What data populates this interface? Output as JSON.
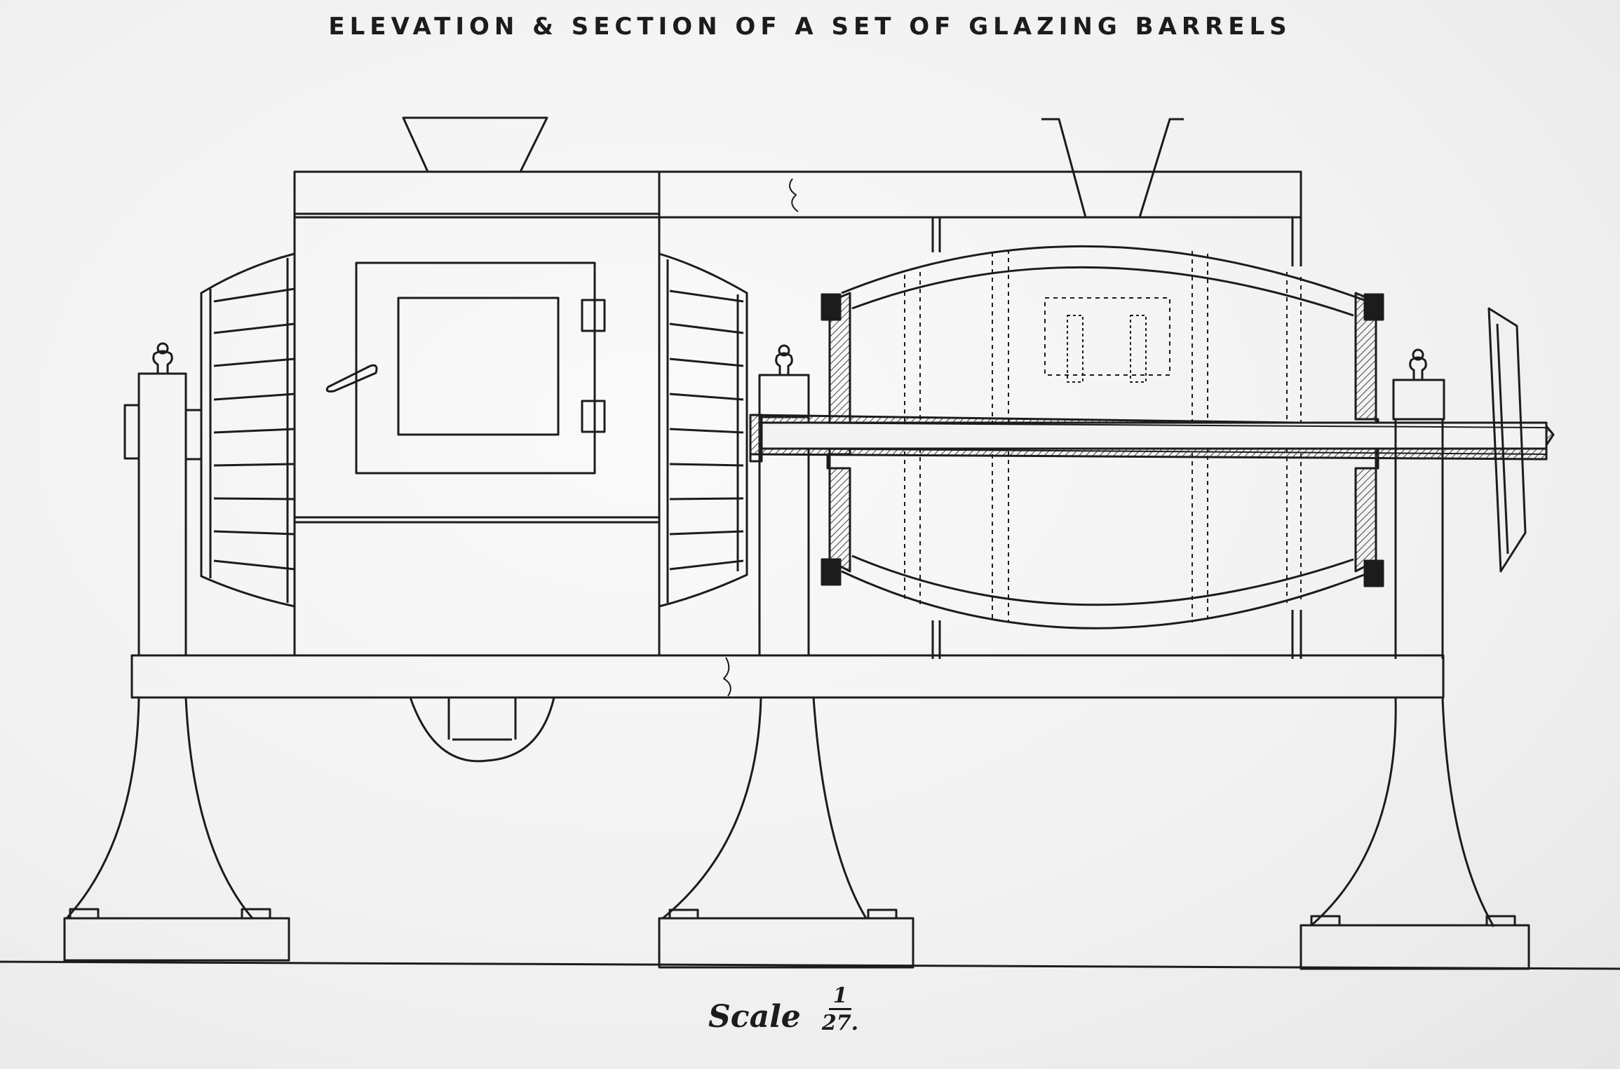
{
  "title": "ELEVATION & SECTION OF A SET OF GLAZING BARRELS",
  "scale": {
    "label": "Scale",
    "numerator": "1",
    "denominator": "27."
  },
  "colors": {
    "ink": "#1c1c1c",
    "paper": "#f3f3f3",
    "hatch": "#444444"
  }
}
